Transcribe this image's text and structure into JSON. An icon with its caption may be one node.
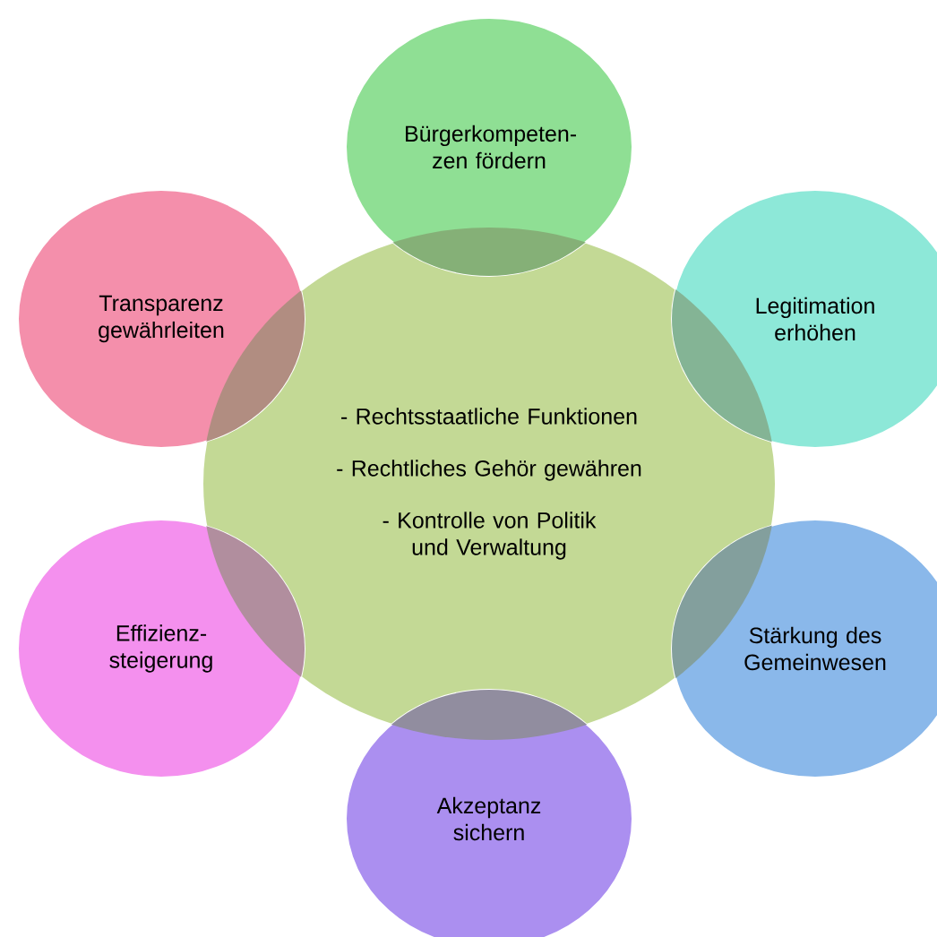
{
  "diagram": {
    "nodes": [
      {
        "text": [
          "Bürgerkompeten- zen fördern"
        ]
      },
      {
        "text": [
          "Transparenz gewährleiten"
        ]
      },
      {
        "text": [
          "Legitimation erhöhen"
        ]
      },
      {
        "text": [
          "- Rechtsstaatliche Funktionen",
          "- Rechtliches Gehör gewähren",
          "- Kontrolle von Politik und Verwaltung"
        ]
      },
      {
        "text": [
          "Effizienz- steigerung"
        ]
      },
      {
        "text": [
          "Stärkung des Gemeinwesen"
        ]
      },
      {
        "text": [
          "Akzeptanz sichern"
        ]
      }
    ]
  }
}
